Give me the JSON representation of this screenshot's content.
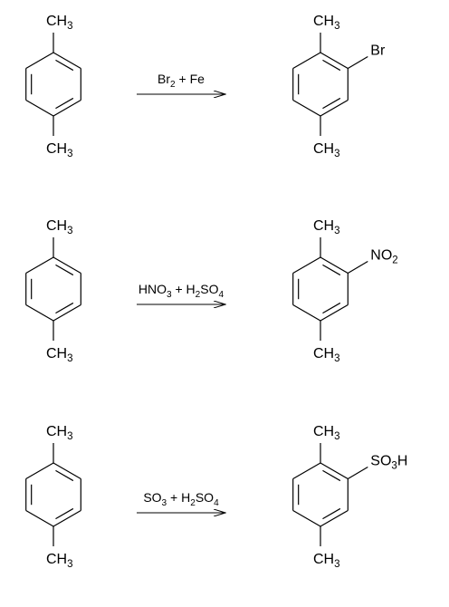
{
  "reactions": [
    {
      "reactant": {
        "top": "CH",
        "top_sub": "3",
        "bottom": "CH",
        "bottom_sub": "3"
      },
      "reagent": {
        "parts": [
          {
            "t": "Br"
          },
          {
            "t": "2",
            "sub": true
          },
          {
            "t": " + Fe"
          }
        ]
      },
      "product": {
        "top": "CH",
        "top_sub": "3",
        "bottom": "CH",
        "bottom_sub": "3",
        "substituent": {
          "parts": [
            {
              "t": "Br"
            }
          ]
        }
      }
    },
    {
      "reactant": {
        "top": "CH",
        "top_sub": "3",
        "bottom": "CH",
        "bottom_sub": "3"
      },
      "reagent": {
        "parts": [
          {
            "t": "HNO"
          },
          {
            "t": "3",
            "sub": true
          },
          {
            "t": " + H"
          },
          {
            "t": "2",
            "sub": true
          },
          {
            "t": "SO"
          },
          {
            "t": "4",
            "sub": true
          }
        ]
      },
      "product": {
        "top": "CH",
        "top_sub": "3",
        "bottom": "CH",
        "bottom_sub": "3",
        "substituent": {
          "parts": [
            {
              "t": "NO"
            },
            {
              "t": "2",
              "sub": true
            }
          ]
        }
      }
    },
    {
      "reactant": {
        "top": "CH",
        "top_sub": "3",
        "bottom": "CH",
        "bottom_sub": "3"
      },
      "reagent": {
        "parts": [
          {
            "t": "SO"
          },
          {
            "t": "3",
            "sub": true
          },
          {
            "t": " + H"
          },
          {
            "t": "2",
            "sub": true
          },
          {
            "t": "SO"
          },
          {
            "t": "4",
            "sub": true
          }
        ]
      },
      "product": {
        "top": "CH",
        "top_sub": "3",
        "bottom": "CH",
        "bottom_sub": "3",
        "substituent": {
          "parts": [
            {
              "t": "SO"
            },
            {
              "t": "3",
              "sub": true
            },
            {
              "t": "H"
            }
          ]
        }
      }
    }
  ]
}
